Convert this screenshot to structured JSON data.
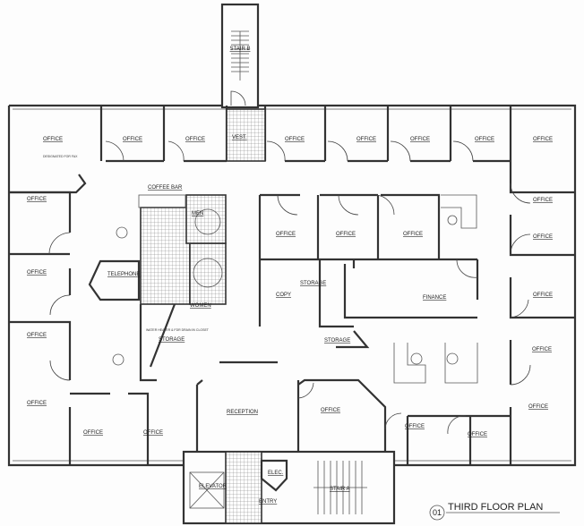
{
  "title": "THIRD FLOOR PLAN",
  "title_number": "01",
  "rooms": {
    "office": "OFFICE",
    "vest": "VEST.",
    "coffee_bar": "COFFEE BAR",
    "telephone": "TELEPHONE",
    "men": "MEN",
    "women": "WOMEN",
    "storage": "STORAGE",
    "copy": "COPY",
    "finance": "FINANCE",
    "reception": "RECEPTION",
    "elevator": "ELEVATOR",
    "elec": "ELEC.",
    "entry": "ENTRY",
    "stair_a": "STAIR A",
    "stair_b": "STAIR B"
  },
  "notes": {
    "fax": "DESIGNATED FOR FAX",
    "water_heater": "WATER HEATER & FDR DRAIN IN CLOSET"
  },
  "colors": {
    "line": "#333333",
    "background": "#fdfdfd"
  }
}
